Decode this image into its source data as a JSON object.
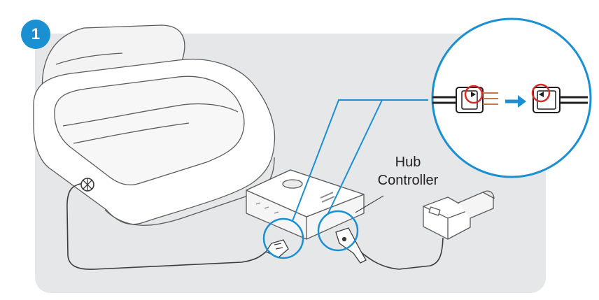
{
  "step": {
    "number": "1"
  },
  "labels": {
    "hub_line1": "Hub",
    "hub_line2": "Controller"
  },
  "colors": {
    "accent_blue": "#1a8fd1",
    "panel_gray": "#e6e7e8",
    "outline": "#5b5b5b",
    "highlight_red": "#d62b2b",
    "pin_copper": "#c47a4a"
  },
  "icons": [
    "seat-illustration",
    "hub-controller-illustration",
    "car-charger-illustration",
    "connector-zoom-callout",
    "arrow-right-icon"
  ]
}
